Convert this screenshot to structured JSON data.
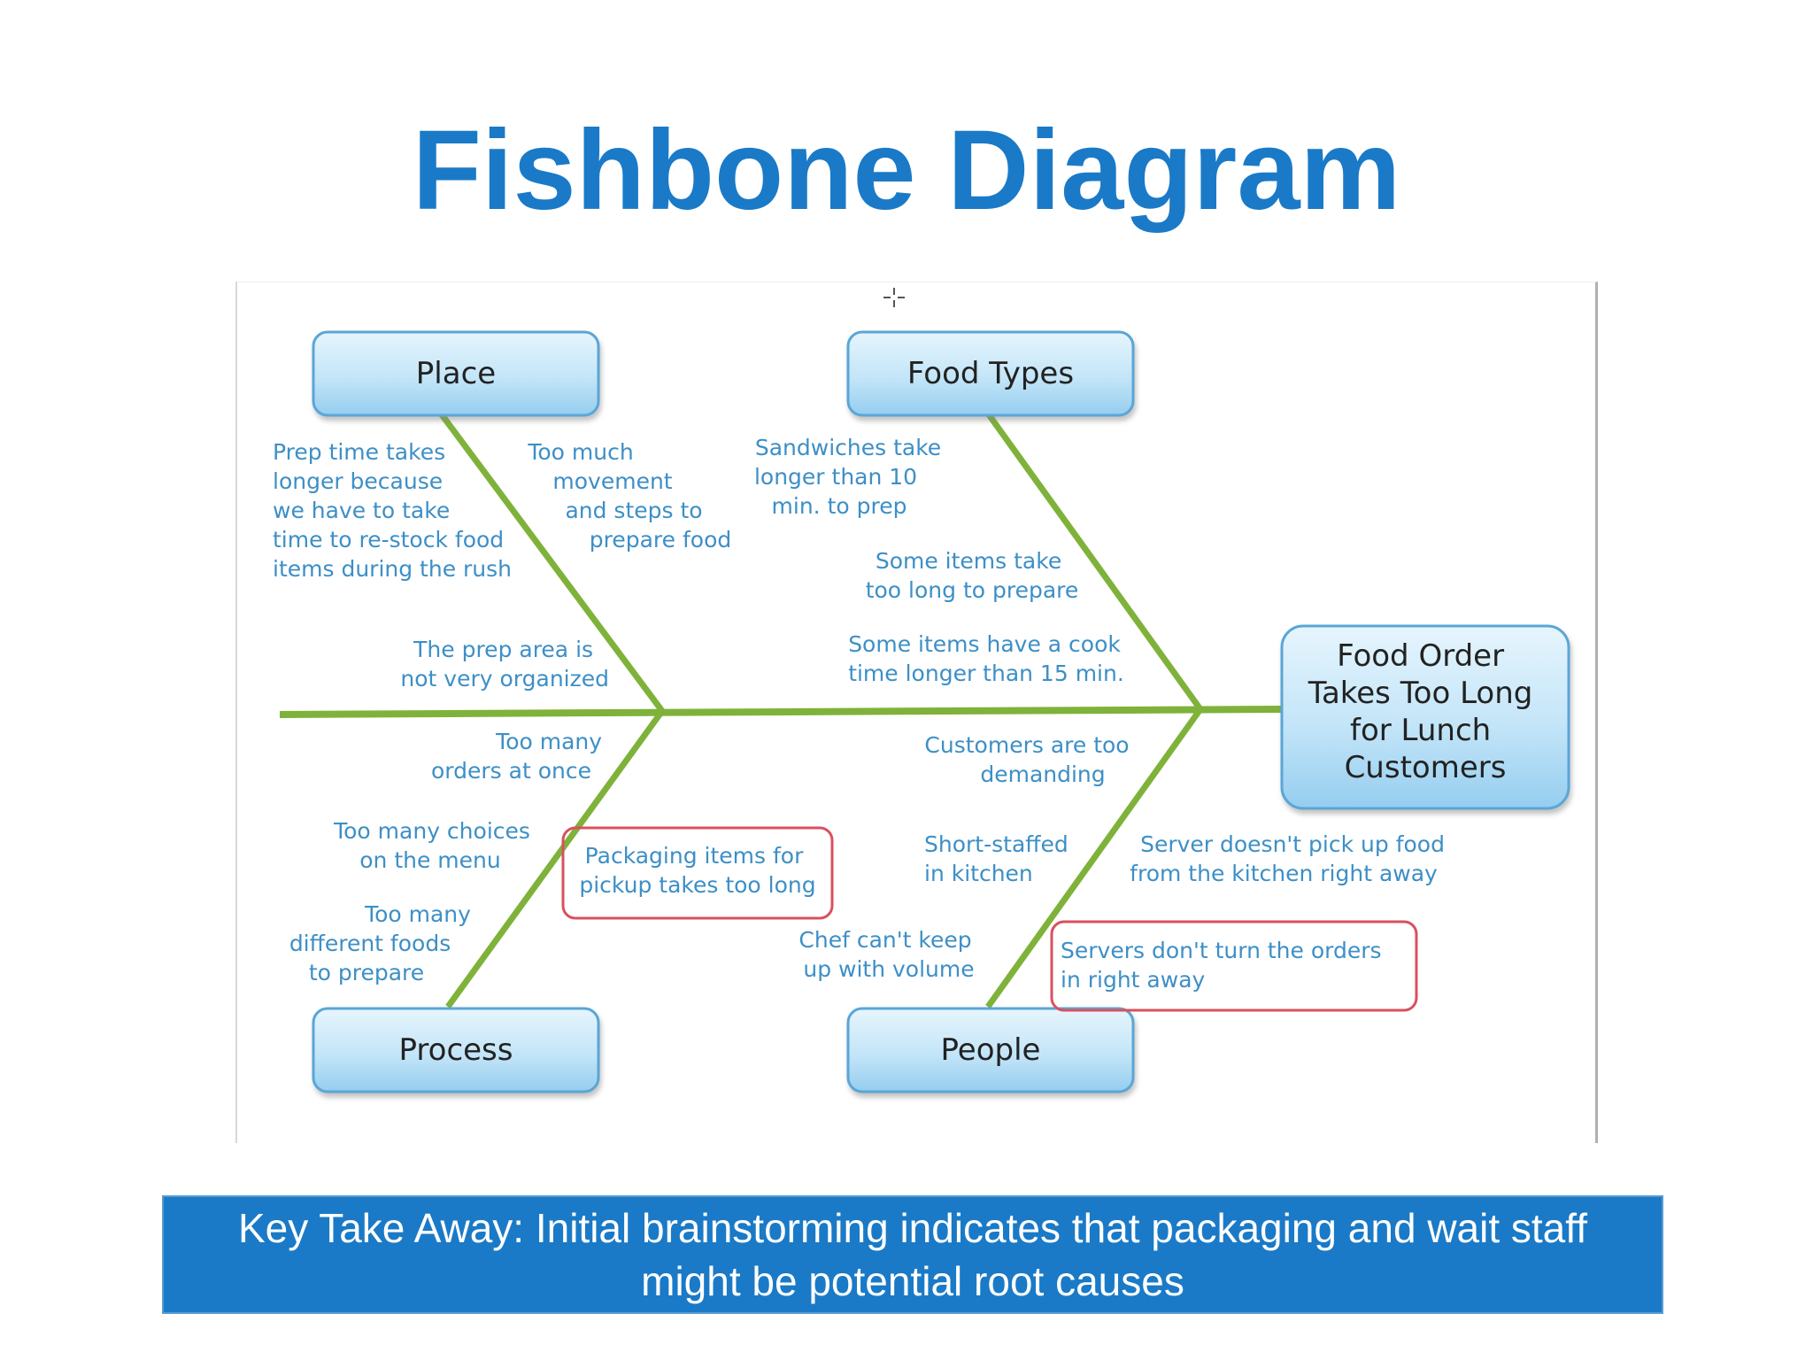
{
  "slide": {
    "title": "Fishbone Diagram"
  },
  "diagram": {
    "effect": {
      "lines": [
        "Food Order",
        "Takes Too Long",
        "for Lunch",
        "Customers"
      ]
    },
    "categories": [
      {
        "id": "place",
        "label": "Place",
        "causes": [
          {
            "lines": [
              "Prep time takes",
              "longer because",
              "we  have to take",
              "time to re-stock food",
              "items during the rush"
            ],
            "highlighted": false
          },
          {
            "lines": [
              "Too much",
              "movement",
              "and steps to",
              "prepare food"
            ],
            "highlighted": false
          },
          {
            "lines": [
              "The prep area is",
              "not very organized"
            ],
            "highlighted": false
          }
        ]
      },
      {
        "id": "food-types",
        "label": "Food Types",
        "causes": [
          {
            "lines": [
              "Sandwiches take",
              "longer than 10",
              "min. to prep"
            ],
            "highlighted": false
          },
          {
            "lines": [
              "Some items take",
              "too long to prepare"
            ],
            "highlighted": false
          },
          {
            "lines": [
              "Some items have a cook",
              "time longer than 15 min."
            ],
            "highlighted": false
          }
        ]
      },
      {
        "id": "process",
        "label": "Process",
        "causes": [
          {
            "lines": [
              "Too many",
              "orders at once"
            ],
            "highlighted": false
          },
          {
            "lines": [
              "Too many choices",
              "on the menu"
            ],
            "highlighted": false
          },
          {
            "lines": [
              "Packaging items for",
              "pickup takes too long"
            ],
            "highlighted": true
          },
          {
            "lines": [
              "Too many",
              "different foods",
              "to prepare"
            ],
            "highlighted": false
          }
        ]
      },
      {
        "id": "people",
        "label": "People",
        "causes": [
          {
            "lines": [
              "Customers are too",
              "demanding"
            ],
            "highlighted": false
          },
          {
            "lines": [
              "Short-staffed",
              "in kitchen"
            ],
            "highlighted": false
          },
          {
            "lines": [
              "Server doesn't pick up food",
              "from the kitchen right away"
            ],
            "highlighted": false
          },
          {
            "lines": [
              "Chef can't keep",
              "up with volume"
            ],
            "highlighted": false
          },
          {
            "lines": [
              "Servers don't turn the orders",
              "in right away"
            ],
            "highlighted": true
          }
        ]
      }
    ],
    "colors": {
      "bone": "#7fb23a",
      "cause_text": "#3d8fc6",
      "box_fill_top": "#e3f3fc",
      "box_fill_bottom": "#9fd2f0",
      "box_stroke": "#5aa6d6",
      "highlight_border": "#d9505e"
    }
  },
  "takeaway": {
    "text": "Key Take Away: Initial brainstorming indicates that packaging and wait staff might be potential root causes"
  }
}
